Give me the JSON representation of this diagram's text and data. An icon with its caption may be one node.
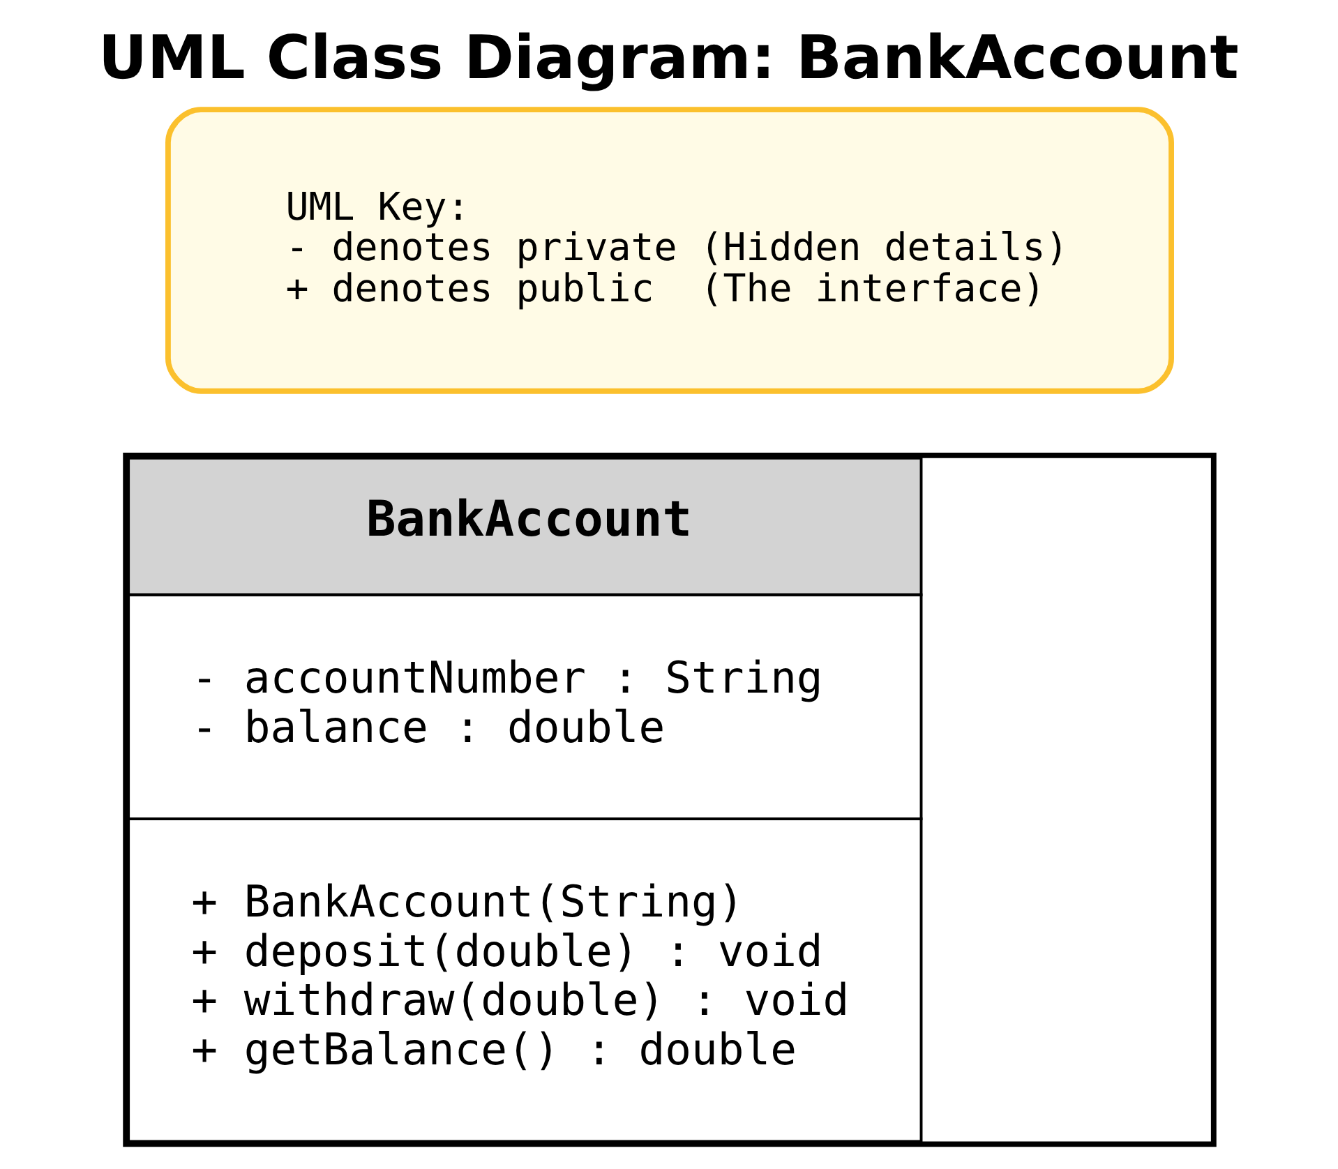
{
  "diagram": {
    "title": "UML Class Diagram: BankAccount",
    "nodes": [
      {
        "text": [
          "BankAccount",
          "- accountNumber : String",
          "- balance : double",
          "+ BankAccount(String)",
          "+ deposit(double) : void",
          "+ withdraw(double) : void",
          "+ getBalance() : double"
        ]
      },
      {
        "text": [
          "UML Key:",
          "- denotes private (Hidden details)",
          "+ denotes public  (The interface)"
        ]
      }
    ],
    "edges": []
  }
}
